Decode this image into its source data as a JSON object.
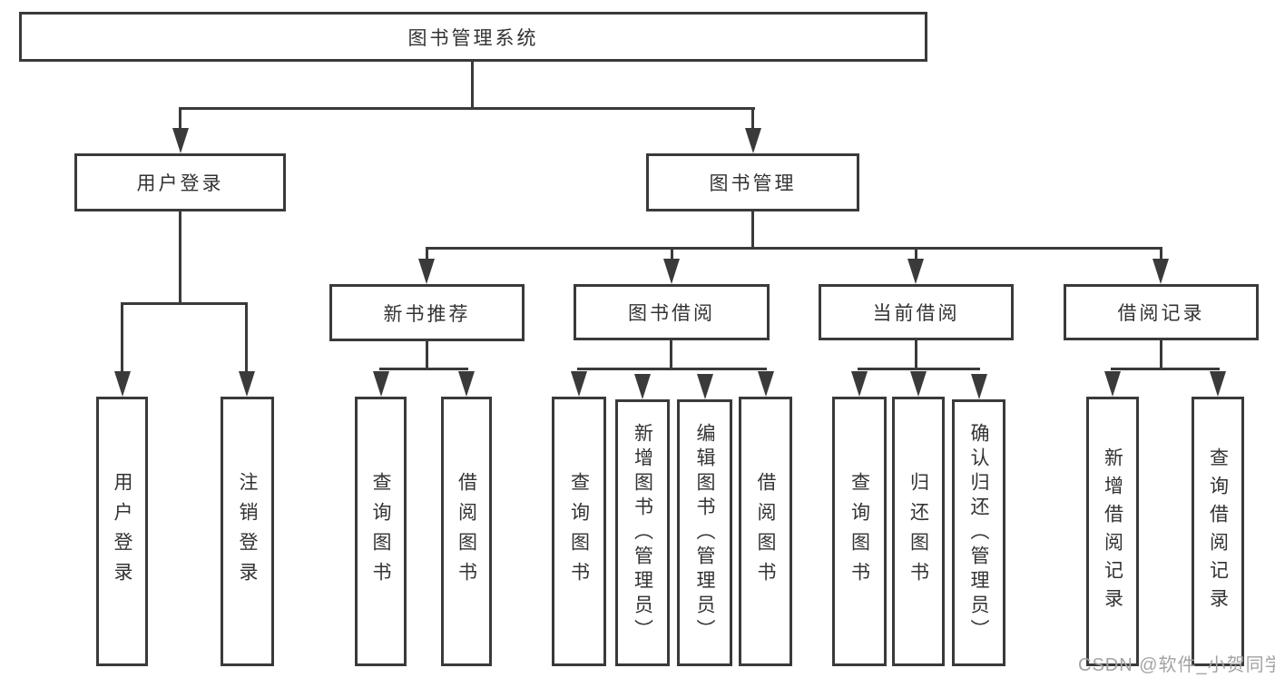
{
  "tree": {
    "root": {
      "label": "图书管理系统",
      "children": [
        {
          "label": "用户登录",
          "children": [
            {
              "label": "用户登录"
            },
            {
              "label": "注销登录"
            }
          ]
        },
        {
          "label": "图书管理",
          "children": [
            {
              "label": "新书推荐",
              "children": [
                {
                  "label": "查询图书"
                },
                {
                  "label": "借阅图书"
                }
              ]
            },
            {
              "label": "图书借阅",
              "children": [
                {
                  "label": "查询图书"
                },
                {
                  "label": "新增图书（管理员）"
                },
                {
                  "label": "编辑图书（管理员）"
                },
                {
                  "label": "借阅图书"
                }
              ]
            },
            {
              "label": "当前借阅",
              "children": [
                {
                  "label": "查询图书"
                },
                {
                  "label": "归还图书"
                },
                {
                  "label": "确认归还（管理员）"
                }
              ]
            },
            {
              "label": "借阅记录",
              "children": [
                {
                  "label": "新增借阅记录"
                },
                {
                  "label": "查询借阅记录"
                }
              ]
            }
          ]
        }
      ]
    }
  },
  "watermark": {
    "text": "CSDN @软件_小贺同学"
  },
  "colors": {
    "line": "#3a3a3a",
    "box_border": "#3a3a3a",
    "text": "#333333",
    "background": "#ffffff",
    "watermark": "#a3a3a3"
  }
}
